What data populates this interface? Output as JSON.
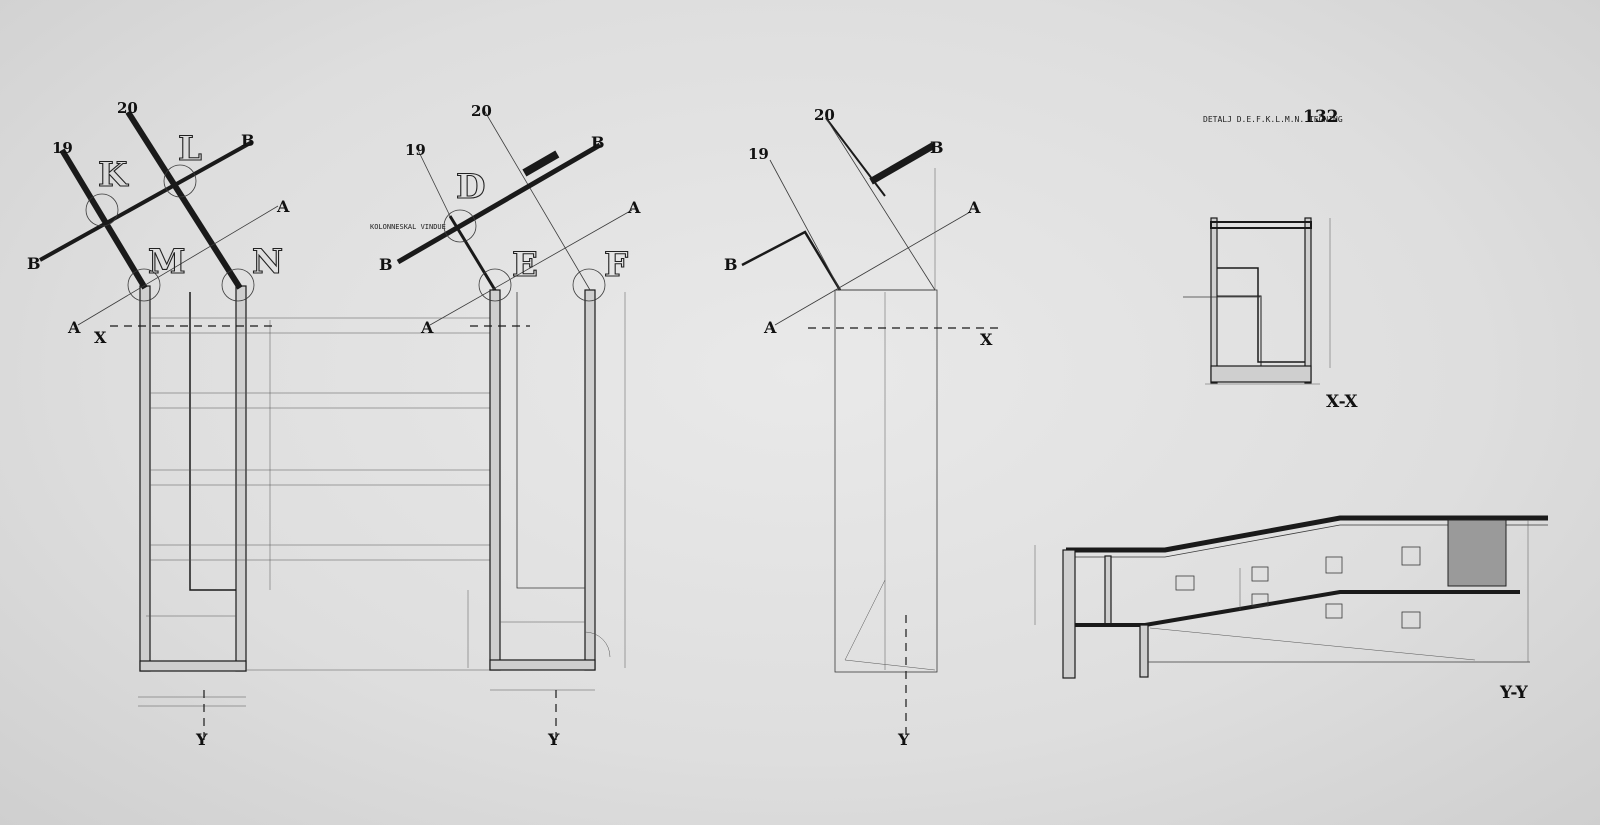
{
  "title_block": {
    "text": "DETALJ  D.E.F.K.L.M.N.  TEGNING",
    "number": "132"
  },
  "gridlines": {
    "g19": "19",
    "g20": "20"
  },
  "section_marks": {
    "a": "A",
    "b": "B",
    "x": "X",
    "y": "Y"
  },
  "rooms": {
    "k": "K",
    "l": "L",
    "m": "M",
    "n": "N",
    "d": "D",
    "e": "E",
    "f": "F"
  },
  "section_titles": {
    "xx": "X-X",
    "yy": "Y-Y"
  },
  "notes": {
    "plan2_note": "KOLONNESKAL VINDUE"
  }
}
